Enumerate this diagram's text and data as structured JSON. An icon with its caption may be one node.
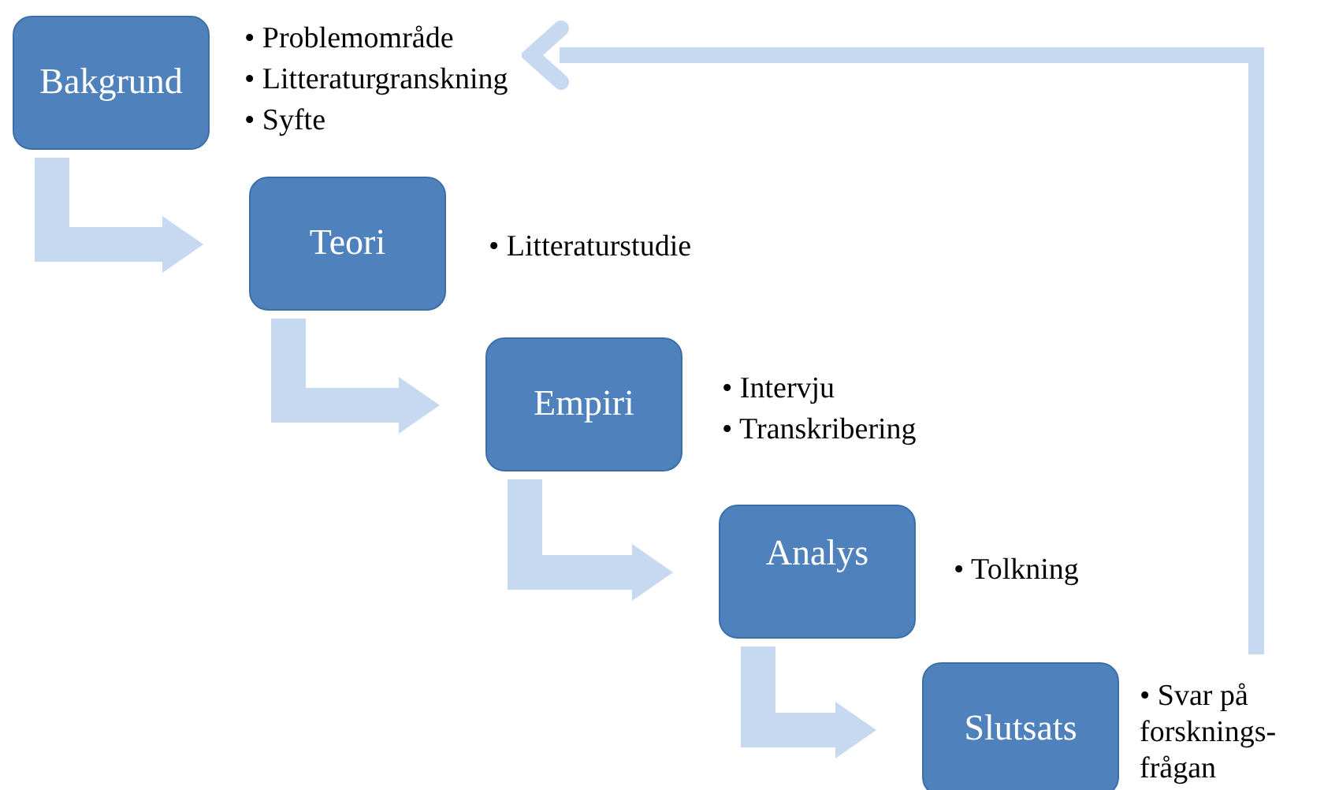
{
  "diagram": {
    "nodes": [
      {
        "text": [
          "Bakgrund"
        ],
        "beside": [
          "• Problemområde",
          "• Litteraturgranskning",
          "• Syfte"
        ]
      },
      {
        "text": [
          "Teori"
        ],
        "beside": [
          "• Litteraturstudie"
        ]
      },
      {
        "text": [
          "Empiri"
        ],
        "beside": [
          "• Intervju",
          "• Transkribering"
        ]
      },
      {
        "text": [
          "Analys"
        ],
        "beside": [
          "• Tolkning"
        ]
      },
      {
        "text": [
          "Slutsats"
        ],
        "beside": [
          "• Svar på forsknings-frågan"
        ]
      }
    ],
    "edges": [
      {
        "from": 0,
        "to": 1,
        "arrow": "to"
      },
      {
        "from": 1,
        "to": 2,
        "arrow": "to"
      },
      {
        "from": 2,
        "to": 3,
        "arrow": "to"
      },
      {
        "from": 3,
        "to": 4,
        "arrow": "to"
      },
      {
        "from": 4,
        "to": 0,
        "arrow": "to"
      }
    ]
  }
}
